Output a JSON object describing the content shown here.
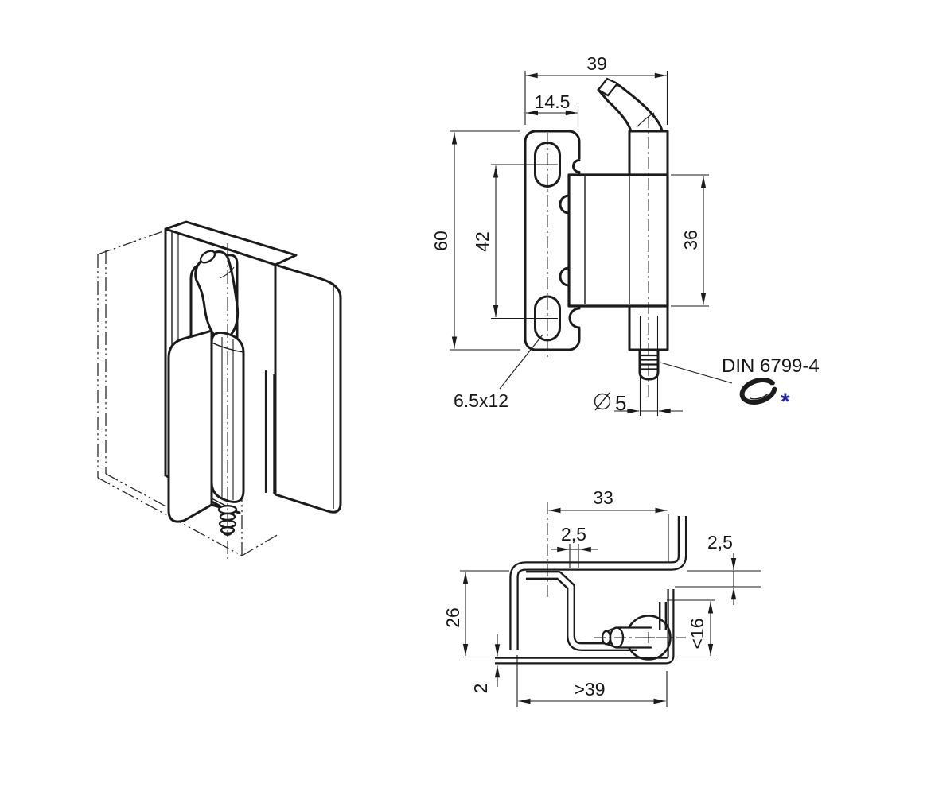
{
  "front_view": {
    "total_width": "39",
    "plate_width": "14.5",
    "total_height": "60",
    "slot_spacing": "42",
    "body_height": "36",
    "slot_size": "6.5x12",
    "pin_diameter": "5",
    "circlip_standard": "DIN 6799-4",
    "footnote_marker": "*"
  },
  "section_view": {
    "mounting_depth": "33",
    "leaf_thickness": "2,5",
    "panel_gap": "2,5",
    "profile_height": "26",
    "flange_clearance": "<16",
    "sheet_thickness": "2",
    "min_opening": ">39"
  },
  "colors": {
    "background": "#ffffff",
    "line": "#1b1b1b",
    "accent": "#2323a8"
  }
}
